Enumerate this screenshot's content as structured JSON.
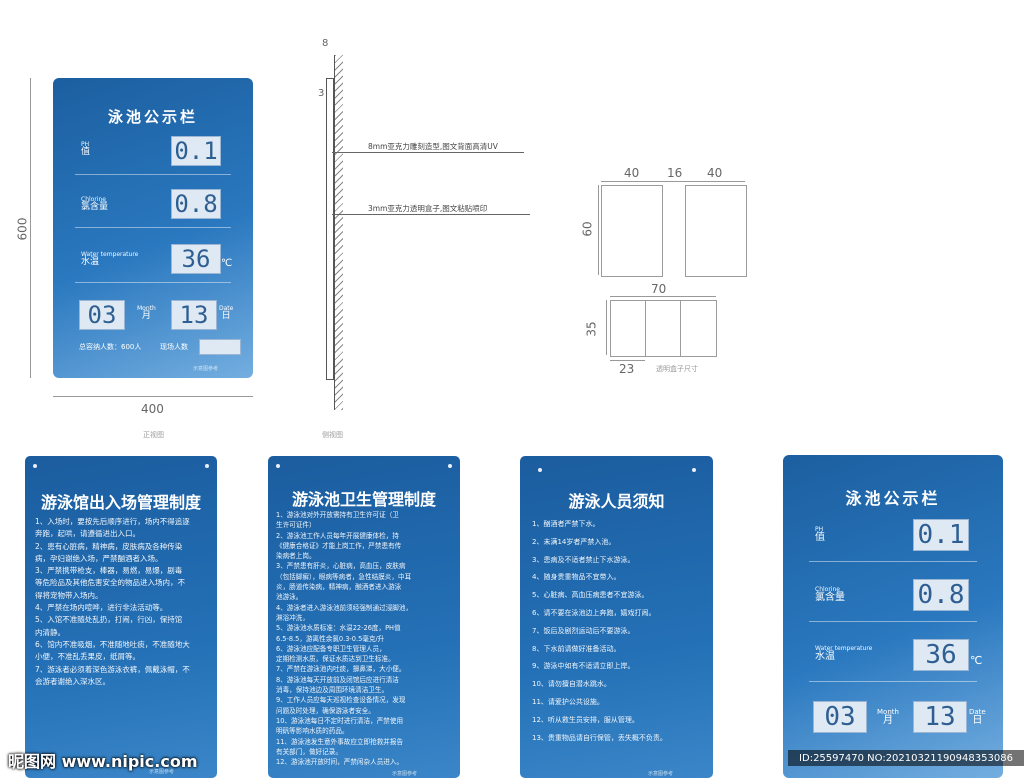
{
  "board": {
    "title": "泳池公示栏",
    "ph": {
      "en": "PH",
      "cn": "值",
      "value": "0.1"
    },
    "chlorine": {
      "en": "Chlorine",
      "cn": "氯含量",
      "value": "0.8"
    },
    "temperature": {
      "en": "Water temperature",
      "cn": "水温",
      "value": "36",
      "unit": "℃"
    },
    "month": {
      "value": "03",
      "en": "Month",
      "cn": "月"
    },
    "date": {
      "value": "13",
      "en": "Date",
      "cn": "日"
    },
    "capacity_text": "总容纳人数：600人",
    "present_text": "现场人数",
    "footer": "示意图参考"
  },
  "front_view": {
    "height_dim": "600",
    "width_dim": "400",
    "caption": "正视图"
  },
  "side_view": {
    "top_dim": "8",
    "small_dim": "3",
    "callout_1": "8mm亚克力雕刻造型,图文背面高清UV",
    "callout_2": "3mm亚克力透明盒子,图文粘贴喷印",
    "caption": "侧视图"
  },
  "boxes": {
    "w1": "40",
    "gap": "16",
    "w2": "40",
    "h": "60",
    "w3": "70",
    "h2": "35",
    "w4": "23",
    "caption": "透明盒子尺寸"
  },
  "rules": [
    {
      "title": "游泳馆出入场管理制度",
      "items": [
        "1、入场时，要按先后顺序进行，场内不得追逐",
        "奔跑，起哄，请遵循进出入口。",
        "2、患有心脏病，精神病，皮肤病及各种传染",
        "病，孕妇谢绝入场，严禁酗酒者入场。",
        "3、严禁携带枪支，棒器，易燃，易爆，剧毒",
        "等危险品及其他危害安全的物品进入场内，不",
        "得将宠物带入场内。",
        "4、严禁在场内喧哗，进行非法活动等。",
        "5、入馆不准随处乱扔，打闹，行凶，保持馆",
        "内清静。",
        "6、馆内不准吸烟，不准随地吐痰，不准随地大",
        "小便，不准乱丢果皮，纸屑等。",
        "7、游泳者必须着深色游泳衣裤，佩戴泳帽，不",
        "会游者谢绝入深水区。"
      ],
      "footer": "示意图参考"
    },
    {
      "title": "游泳池卫生管理制度",
      "items": [
        "1、游泳池对外开放需持有卫生许可证（卫",
        "生许可证件）",
        "2、游泳池工作人员每年开展健康体检，持",
        "《健康合格证》才能上岗工作，严禁患有传",
        "染病者上岗。",
        "3、严禁患有肝炎，心脏病，高血压，皮肤病",
        "（包括脚癣），眼病等病者，急性结膜炎，中耳",
        "炎，肠道传染病，精神病，酗酒者进入游泳",
        "池游泳。",
        "4、游泳者进入游泳池前须经强制通过浸脚池，",
        "淋浴冲洗，",
        "5、游泳池水质标准：水温22-26度，PH值",
        "6.5-8.5，游离性余氯0.3-0.5毫克/升",
        "6、游泳池应配备专职卫生管理人员，",
        "定期检测水质，保证水质达到卫生标准。",
        "7、严禁在游泳池内吐痰，擤鼻涕，大小便。",
        "8、游泳池每天开放前及闭馆后应进行清洁",
        "消毒，保持池边及周围环境清洁卫生。",
        "9、工作人员应每天巡视检查设备情况，发现",
        "问题及时处理，确保游泳者安全。",
        "10、游泳池每日不定时进行清洁，严禁使用",
        "明矾等影响水质的药品。",
        "11、游泳池发生意外事故应立即抢救并报告",
        "有关部门，做好记录。",
        "12、游泳池开放时间，严禁闲杂人员进入。"
      ],
      "footer": "示意图参考"
    },
    {
      "title": "游泳人员须知",
      "items": [
        "1、酗酒者严禁下水。",
        "2、未满14岁者严禁入池。",
        "3、患病及不适者禁止下水游泳。",
        "4、随身贵重物品不宜带入。",
        "5、心脏病、高血压病患者不宜游泳。",
        "6、请不要在泳池边上奔跑，嬉戏打闹。",
        "7、饭后及剧烈运动后不要游泳。",
        "8、下水前请做好准备活动。",
        "9、游泳中如有不适请立即上岸。",
        "10、请勿擅自潜水跳水。",
        "11、请爱护公共设施。",
        "12、听从救生员安排，服从管理。",
        "13、贵重物品请自行保管，丢失概不负责。"
      ],
      "footer": "示意图参考"
    }
  ],
  "watermark": {
    "brand": "昵图网 www.nipic.com",
    "id": "ID:25597470 NO:20210321190948353086"
  },
  "colors": {
    "panel_top": "#1c5fa0",
    "panel_bottom": "#74aee0",
    "digit_bg": "#dfe9f4",
    "digit_fg": "#2f5f92"
  }
}
